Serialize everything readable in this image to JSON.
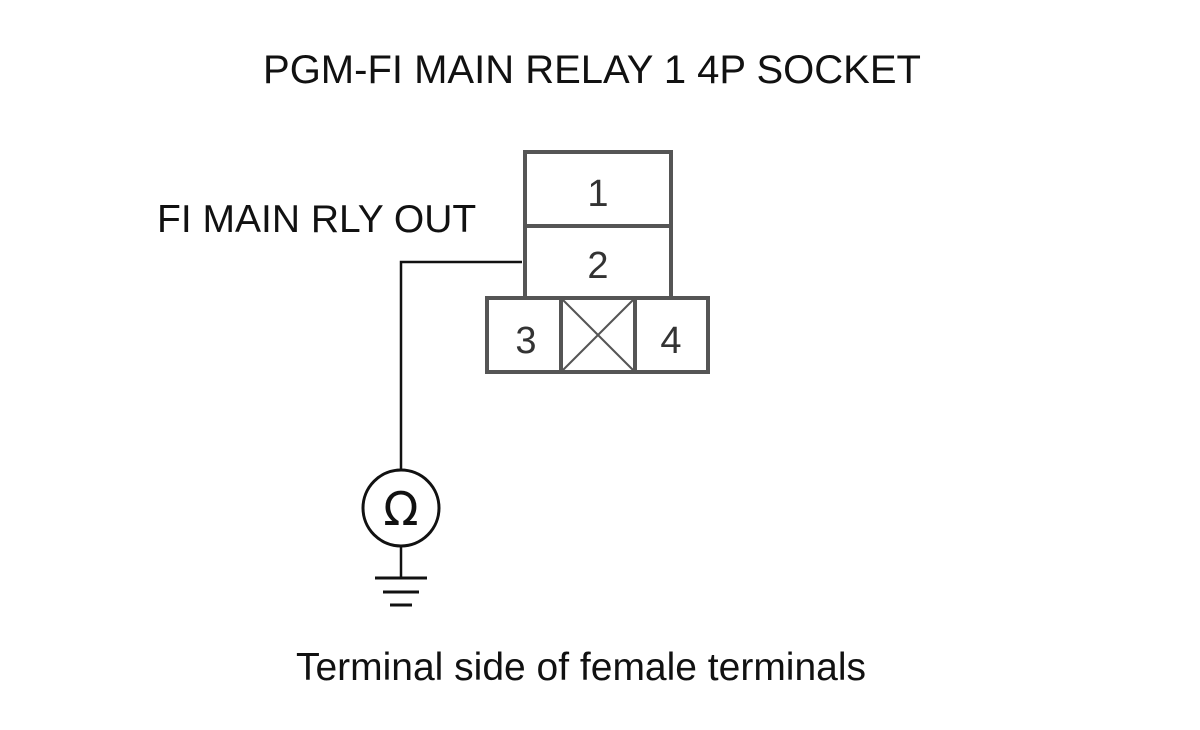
{
  "diagram": {
    "title": "PGM-FI MAIN RELAY 1 4P SOCKET",
    "wire_label": "FI MAIN RLY OUT",
    "caption": "Terminal side of female terminals",
    "connector": {
      "pins": {
        "pin1": "1",
        "pin2": "2",
        "pin3": "3",
        "pin4": "4"
      }
    },
    "meter_symbol": "Ω"
  }
}
